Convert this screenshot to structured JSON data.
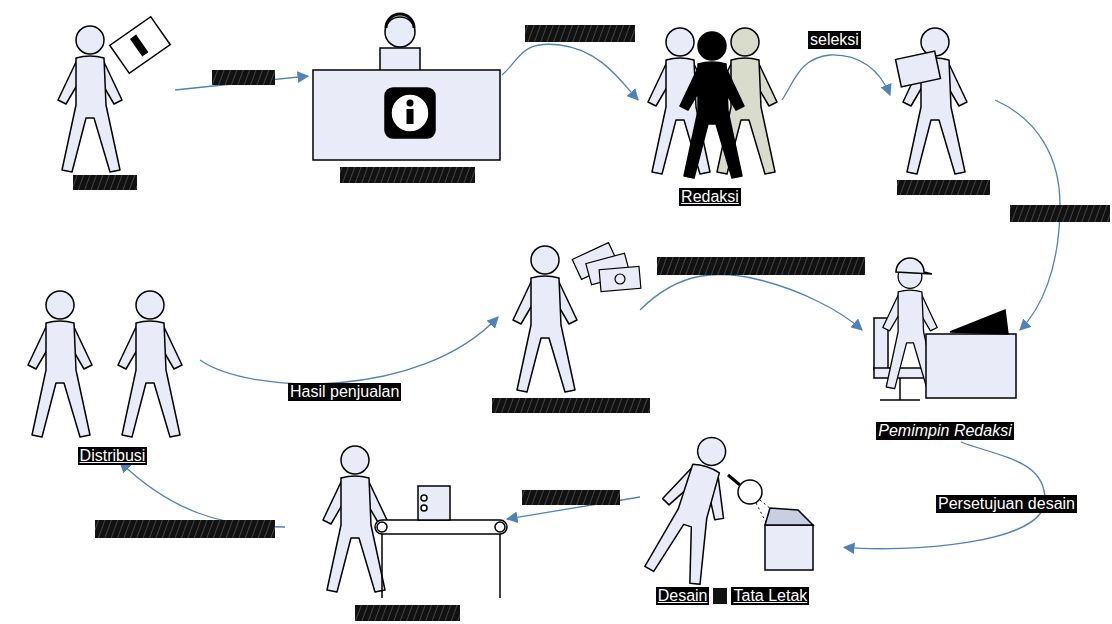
{
  "diagram": {
    "nodes": [
      {
        "text": [
          "Redaksi"
        ]
      },
      {
        "text": [
          "Pemimpin Redaksi"
        ]
      },
      {
        "text": [
          "Desain",
          "Tata Letak"
        ]
      },
      {
        "text": [
          "Distribusi"
        ]
      }
    ],
    "edges": [
      {
        "from": 1,
        "to": 2,
        "arrow": "to",
        "label": "Persetujuan desain"
      }
    ],
    "labels": [
      "seleksi",
      "Hasil penjualan"
    ]
  }
}
